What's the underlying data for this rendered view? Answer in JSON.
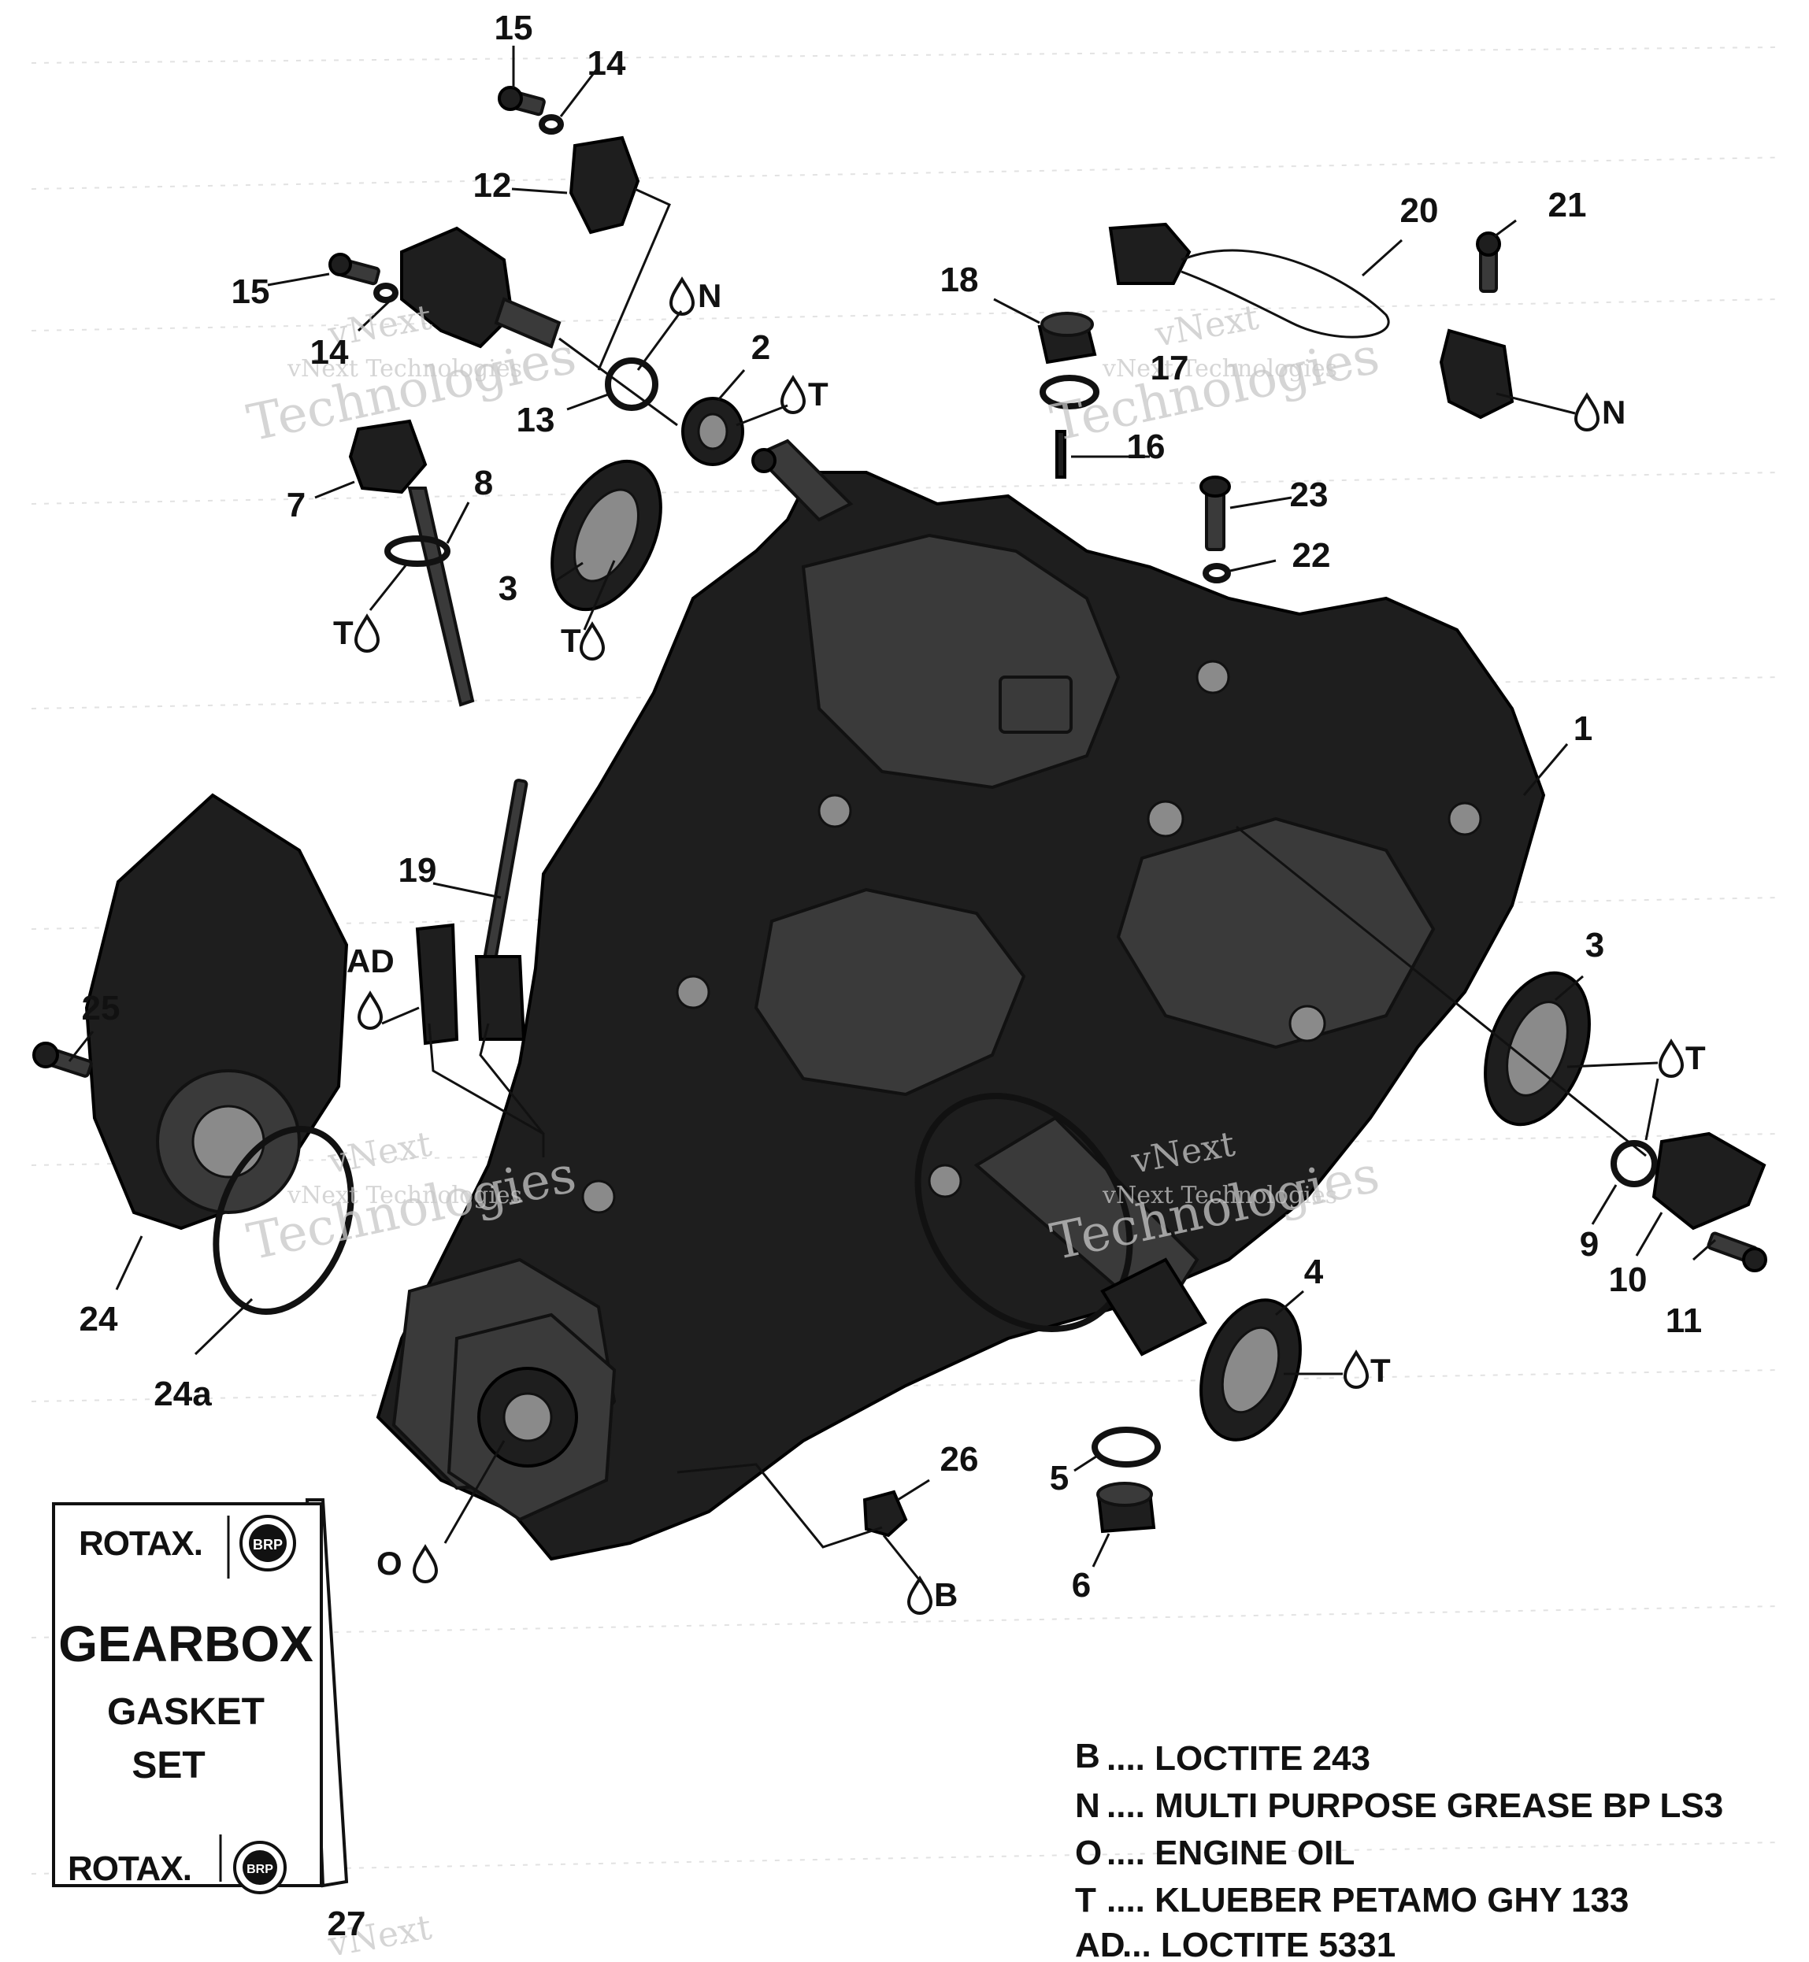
{
  "callouts": [
    {
      "id": "c15a",
      "text": "15"
    },
    {
      "id": "c14a",
      "text": "14"
    },
    {
      "id": "c12",
      "text": "12"
    },
    {
      "id": "c15b",
      "text": "15"
    },
    {
      "id": "c14b",
      "text": "14"
    },
    {
      "id": "c13",
      "text": "13"
    },
    {
      "id": "c2",
      "text": "2"
    },
    {
      "id": "c7",
      "text": "7"
    },
    {
      "id": "c8",
      "text": "8"
    },
    {
      "id": "c3a",
      "text": "3"
    },
    {
      "id": "c18",
      "text": "18"
    },
    {
      "id": "c17",
      "text": "17"
    },
    {
      "id": "c16",
      "text": "16"
    },
    {
      "id": "c20",
      "text": "20"
    },
    {
      "id": "c21",
      "text": "21"
    },
    {
      "id": "c23",
      "text": "23"
    },
    {
      "id": "c22",
      "text": "22"
    },
    {
      "id": "c1",
      "text": "1"
    },
    {
      "id": "c19",
      "text": "19"
    },
    {
      "id": "c25",
      "text": "25"
    },
    {
      "id": "c24",
      "text": "24"
    },
    {
      "id": "c24a",
      "text": "24a"
    },
    {
      "id": "c3b",
      "text": "3"
    },
    {
      "id": "c9",
      "text": "9"
    },
    {
      "id": "c10",
      "text": "10"
    },
    {
      "id": "c11",
      "text": "11"
    },
    {
      "id": "c4",
      "text": "4"
    },
    {
      "id": "c5",
      "text": "5"
    },
    {
      "id": "c6",
      "text": "6"
    },
    {
      "id": "c26",
      "text": "26"
    },
    {
      "id": "c27",
      "text": "27"
    }
  ],
  "lube_marks": [
    {
      "id": "l1",
      "letter": "N"
    },
    {
      "id": "l2",
      "letter": "T"
    },
    {
      "id": "l3",
      "letter": "T"
    },
    {
      "id": "l4",
      "letter": "T"
    },
    {
      "id": "l5",
      "letter": "N"
    },
    {
      "id": "l6",
      "letter": "AD"
    },
    {
      "id": "l7",
      "letter": "T"
    },
    {
      "id": "l8",
      "letter": "T"
    },
    {
      "id": "l9",
      "letter": "O"
    },
    {
      "id": "l10",
      "letter": "B"
    }
  ],
  "kit_label": {
    "brand": "ROTAX.",
    "badge": "BRP",
    "title": "GEARBOX",
    "line1": "GASKET",
    "line2": "SET"
  },
  "legend": [
    {
      "code": "B",
      "text": ".... LOCTITE 243"
    },
    {
      "code": "N",
      "text": ".... MULTI PURPOSE GREASE BP LS3"
    },
    {
      "code": "O",
      "text": ".... ENGINE OIL"
    },
    {
      "code": "T",
      "text": ".... KLUEBER PETAMO GHY 133"
    },
    {
      "code": "AD",
      "text": "... LOCTITE 5331"
    }
  ],
  "watermark": {
    "brand_top": "vNext",
    "brand_full": "vNext Technologies",
    "word": "Technologies"
  }
}
